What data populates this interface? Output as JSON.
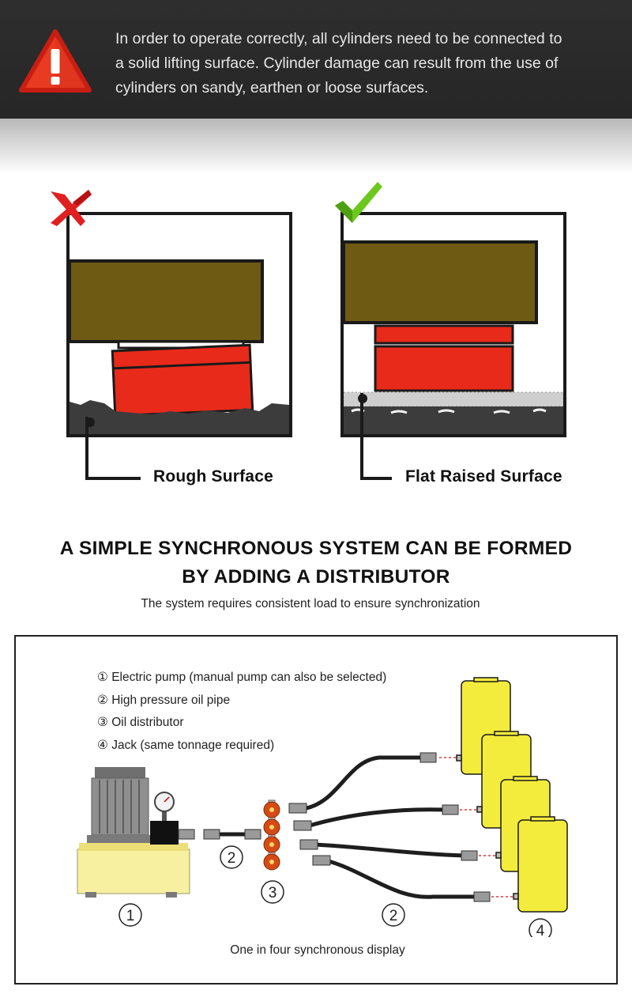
{
  "warning": {
    "lines": [
      "In order to operate correctly, all cylinders need to be connected to",
      "a solid lifting surface. Cylinder damage can result from the use of",
      "cylinders on sandy, earthen or loose surfaces."
    ],
    "icon": "warning-triangle-icon",
    "icon_color": "#e02a1c"
  },
  "comparison": {
    "wrong": {
      "label": "Rough Surface",
      "mark_icon": "red-cross-icon",
      "mark_color": "#e02020"
    },
    "right": {
      "label": "Flat Raised Surface",
      "mark_icon": "green-check-icon",
      "mark_color": "#6cc81c"
    },
    "colors": {
      "load": "#6e5a13",
      "cylinder": "#e82a1a",
      "ground": "#3c3c3c",
      "platform": "#cfcfcf"
    }
  },
  "heading": {
    "line1": "A SIMPLE SYNCHRONOUS SYSTEM CAN BE FORMED",
    "line2": "BY ADDING A DISTRIBUTOR"
  },
  "subheading": "The system requires consistent load to ensure synchronization",
  "diagram": {
    "legend": [
      "① Electric pump (manual pump can also be selected)",
      "② High pressure oil pipe",
      "③ Oil distributor",
      "④ Jack (same tonnage required)"
    ],
    "callouts": {
      "pump": "1",
      "pipe_short": "2",
      "distributor": "3",
      "pipe_long": "2",
      "jack": "4"
    },
    "caption": "One in four synchronous display",
    "colors": {
      "jack": "#f4ec3c",
      "pump_base": "#f7f0a0",
      "motor": "#8f8f8f",
      "distributor": "#d64a14",
      "hose": "#1e1e1e"
    }
  }
}
